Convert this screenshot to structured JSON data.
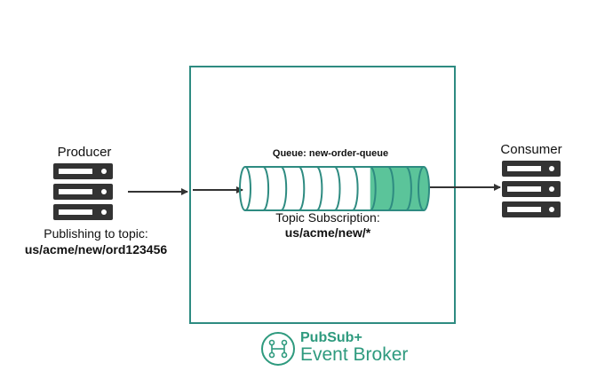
{
  "producer": {
    "title": "Producer",
    "publish_label": "Publishing to topic:",
    "publish_topic": "us/acme/new/ord123456"
  },
  "queue": {
    "label": "Queue: new-order-queue",
    "total_slots": 10,
    "filled_slots": 3,
    "empty_color": "#ffffff",
    "filled_color": "#5bc49a",
    "outline_color": "#2e8b81"
  },
  "subscription": {
    "label": "Topic Subscription:",
    "topic": "us/acme/new/*"
  },
  "consumer": {
    "title": "Consumer"
  },
  "broker": {
    "name": "PubSub+",
    "subtitle": "Event Broker",
    "border_color": "#2e8b81",
    "brand_color": "#2e9a7e",
    "logo_icon": "broker-logo-icon"
  },
  "server_icon": "server-icon",
  "arrow_color": "#333333"
}
